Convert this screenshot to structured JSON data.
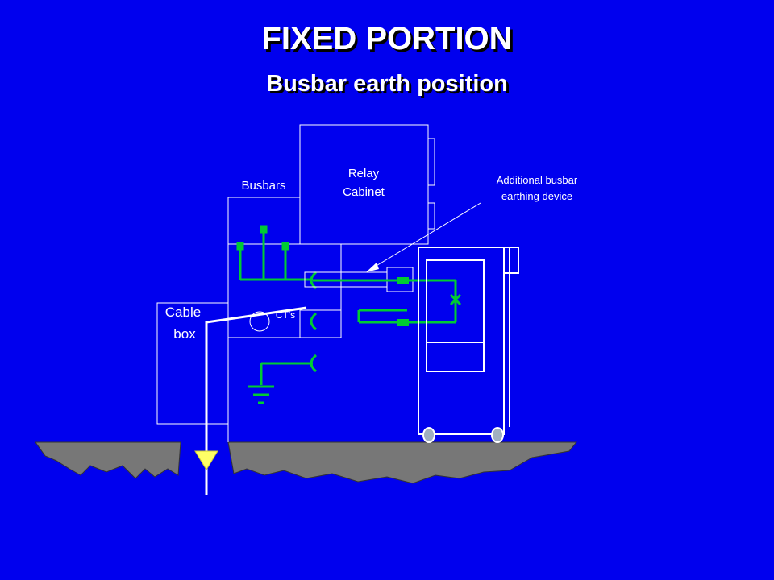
{
  "slide": {
    "title": "FIXED PORTION",
    "subtitle": "Busbar earth position"
  },
  "labels": {
    "relay_line1": "Relay",
    "relay_line2": "Cabinet",
    "busbars": "Busbars",
    "cable_line1": "Cable",
    "cable_line2": "box",
    "cts": "CT's",
    "device_line1": "Additional busbar",
    "device_line2": "earthing device"
  },
  "colors": {
    "background": "#0000ee",
    "outline": "#ffffff",
    "conductor": "#00cc33",
    "cable": "#ffff66",
    "ground": "#777777"
  }
}
